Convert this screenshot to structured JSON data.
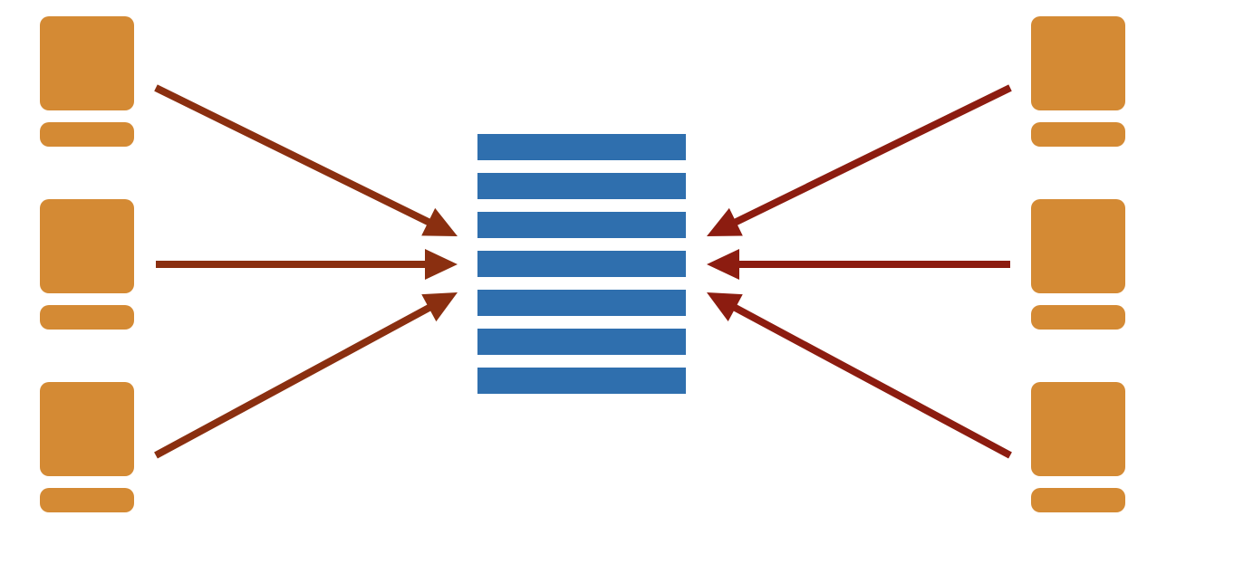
{
  "colors": {
    "background": "#ffffff",
    "device": "#d48a34",
    "queue_bar": "#2f6fae",
    "arrow_left": "#8a2f10",
    "arrow_right": "#8c1c10"
  },
  "diagram": {
    "left_devices": 3,
    "right_devices": 3,
    "queue_bars": 7,
    "arrows_point_to": "queue"
  }
}
